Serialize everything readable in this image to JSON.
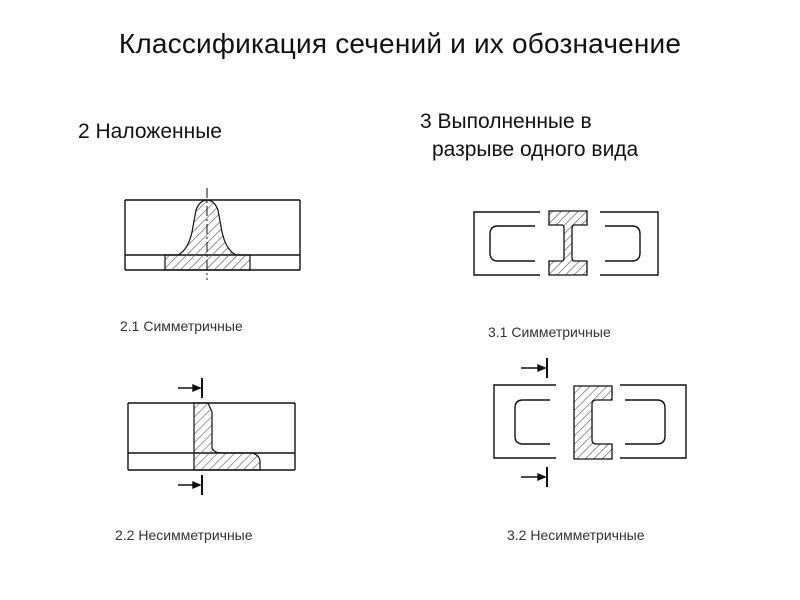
{
  "title": "Классификация сечений и их обозначение",
  "sections": {
    "superimposed": {
      "heading": "2 Наложенные",
      "symmetric_caption": "2.1 Симметричные",
      "asymmetric_caption": "2.2 Несимметричные"
    },
    "in_break": {
      "heading_line1": "3 Выполненные в",
      "heading_line2": "разрыве одного вида",
      "symmetric_caption": "3.1 Симметричные",
      "asymmetric_caption": "3.2 Несимметричные"
    }
  },
  "colors": {
    "line": "#111111",
    "hatch": "#555555"
  }
}
